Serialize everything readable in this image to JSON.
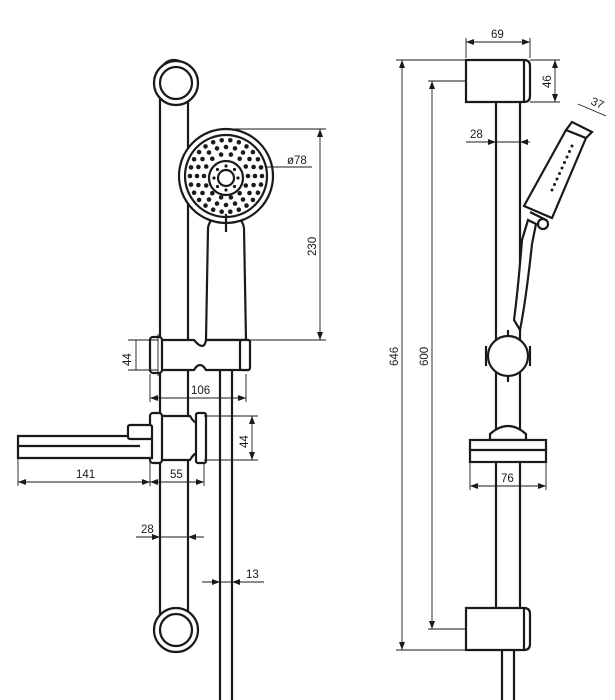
{
  "dimensions": {
    "wall_bracket_width": "69",
    "wall_bracket_height": "46",
    "handshower_head_depth": "37",
    "rail_diameter_side": "28",
    "handshower_diameter": "ø78",
    "handshower_length": "230",
    "overall_height": "646",
    "bracket_spacing": "600",
    "slider_height": "44",
    "slider_projection": "106",
    "soap_dish_height": "44",
    "soap_dish_length": "141",
    "soap_dish_clamp_width": "55",
    "rail_diameter_front": "28",
    "hose_diameter": "13",
    "soap_dish_depth_side": "76"
  },
  "colors": {
    "line": "#1a1a1a",
    "background": "#ffffff"
  }
}
